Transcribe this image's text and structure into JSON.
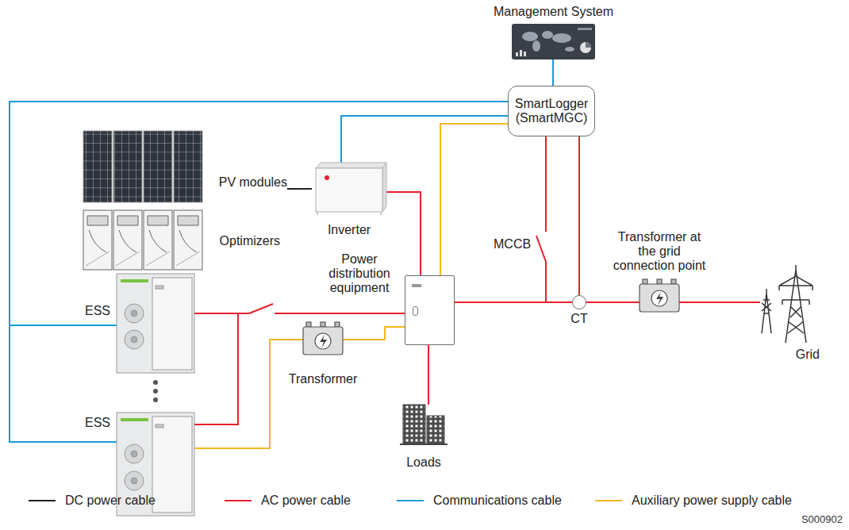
{
  "diagram": {
    "nodes": [
      {
        "text": [
          "Management System"
        ]
      },
      {
        "text": [
          "SmartLogger (SmartMGC)"
        ]
      },
      {
        "text": [
          "PV modules"
        ]
      },
      {
        "text": [
          "Optimizers"
        ]
      },
      {
        "text": [
          "Inverter"
        ]
      },
      {
        "text": [
          "ESS"
        ]
      },
      {
        "text": [
          "ESS"
        ]
      },
      {
        "text": [
          "Power distribution equipment"
        ]
      },
      {
        "text": [
          "Transformer"
        ]
      },
      {
        "text": [
          "Loads"
        ]
      },
      {
        "text": [
          "CT"
        ]
      },
      {
        "text": [
          "Transformer at the grid connection point"
        ]
      },
      {
        "text": [
          "Grid"
        ]
      }
    ],
    "edges": [
      {
        "from": 0,
        "to": 1,
        "arrow": "none"
      },
      {
        "from": 1,
        "to": 5,
        "arrow": "none"
      },
      {
        "from": 1,
        "to": 6,
        "arrow": "none"
      },
      {
        "from": 1,
        "to": 4,
        "arrow": "none"
      },
      {
        "from": 1,
        "to": 7,
        "arrow": "none"
      },
      {
        "from": 2,
        "to": 4,
        "arrow": "none"
      },
      {
        "from": 4,
        "to": 7,
        "arrow": "none"
      },
      {
        "from": 5,
        "to": 7,
        "arrow": "none"
      },
      {
        "from": 6,
        "to": 7,
        "arrow": "none"
      },
      {
        "from": 7,
        "to": 8,
        "arrow": "none"
      },
      {
        "from": 8,
        "to": 6,
        "arrow": "none"
      },
      {
        "from": 7,
        "to": 9,
        "arrow": "none"
      },
      {
        "from": 7,
        "to": 10,
        "arrow": "none"
      },
      {
        "from": 1,
        "to": 10,
        "arrow": "none"
      },
      {
        "from": 10,
        "to": 11,
        "arrow": "none"
      },
      {
        "from": 11,
        "to": 12,
        "arrow": "none"
      }
    ],
    "labels": [
      "MCCB",
      "S000902"
    ],
    "legend": [
      {
        "text": "DC power cable",
        "color": "#222222"
      },
      {
        "text": "AC power cable",
        "color": "#e8202a"
      },
      {
        "text": "Communications cable",
        "color": "#1a9ad6"
      },
      {
        "text": "Auxiliary power supply cable",
        "color": "#f5b820"
      }
    ]
  }
}
